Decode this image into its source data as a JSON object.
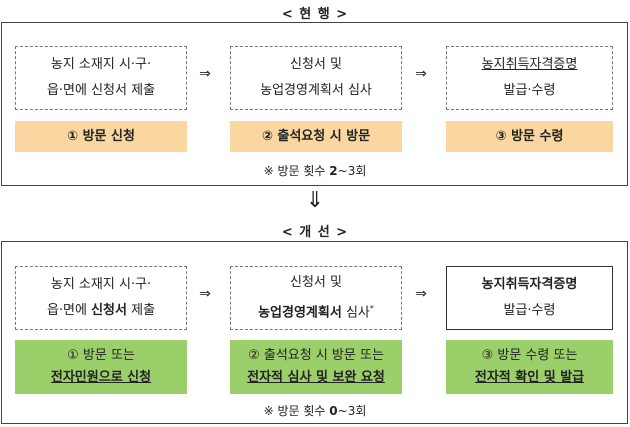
{
  "current": {
    "title": "< 현 행 >",
    "steps": [
      {
        "line1": "농지 소재지 시·구·",
        "line2": "읍·면에 신청서 제출"
      },
      {
        "line1": "신청서 및",
        "line2": "농업경영계획서 심사"
      },
      {
        "line1": "농지취득자격증명",
        "line2": "발급·수령"
      }
    ],
    "stages": [
      "① 방문 신청",
      "② 출석요청 시 방문",
      "③ 방문 수령"
    ],
    "arrow": "⇒",
    "note_prefix": "※ 방문 횟수 ",
    "note_bold": "2",
    "note_suffix": "~3회"
  },
  "transition_arrow": "⇓",
  "improved": {
    "title": "< 개 선 >",
    "step1": {
      "a": "농지 소재지 시·구·",
      "b": "읍·면에 ",
      "c": "신청서",
      "d": " 제출"
    },
    "step2": {
      "a": "신청서 및",
      "b": "농업경영계획서",
      "c": " 심사",
      "d": "*"
    },
    "step3": {
      "a": "농지취득자격증명",
      "b": "발급·수령"
    },
    "stages": [
      {
        "top": "① 방문 또는",
        "bottom": "전자민원으로 신청"
      },
      {
        "top": "② 출석요청 시 방문 또는",
        "bottom": "전자적 심사 및 보완 요청"
      },
      {
        "top": "③ 방문 수령 또는",
        "bottom": "전자적 확인 및 발급"
      }
    ],
    "arrow": "⇒",
    "note_prefix": "※ 방문 횟수 ",
    "note_bold": "0",
    "note_suffix": "~3회"
  }
}
